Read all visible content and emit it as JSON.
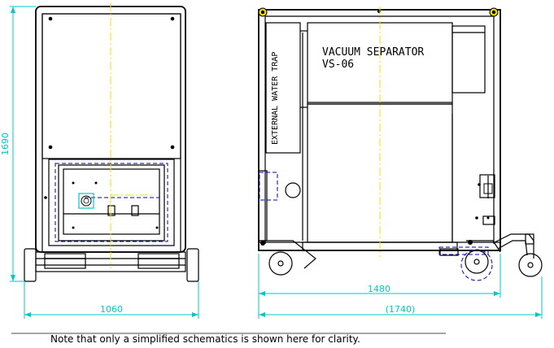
{
  "dimensions": {
    "height_front": "1690",
    "width_front": "1060",
    "length_side": "1480",
    "length_side_total": "(1740)"
  },
  "side_view": {
    "title_line1": "VACUUM SEPARATOR",
    "title_line2": "VS-06",
    "trap_label": "EXTERNAL WATER TRAP"
  },
  "note": "Note that only a simplified schematics is shown here for clarity.",
  "colors": {
    "dimension": "#00c8c8",
    "centerline": "#f0e000",
    "hidden": "#0000c0",
    "outline": "#000000"
  }
}
